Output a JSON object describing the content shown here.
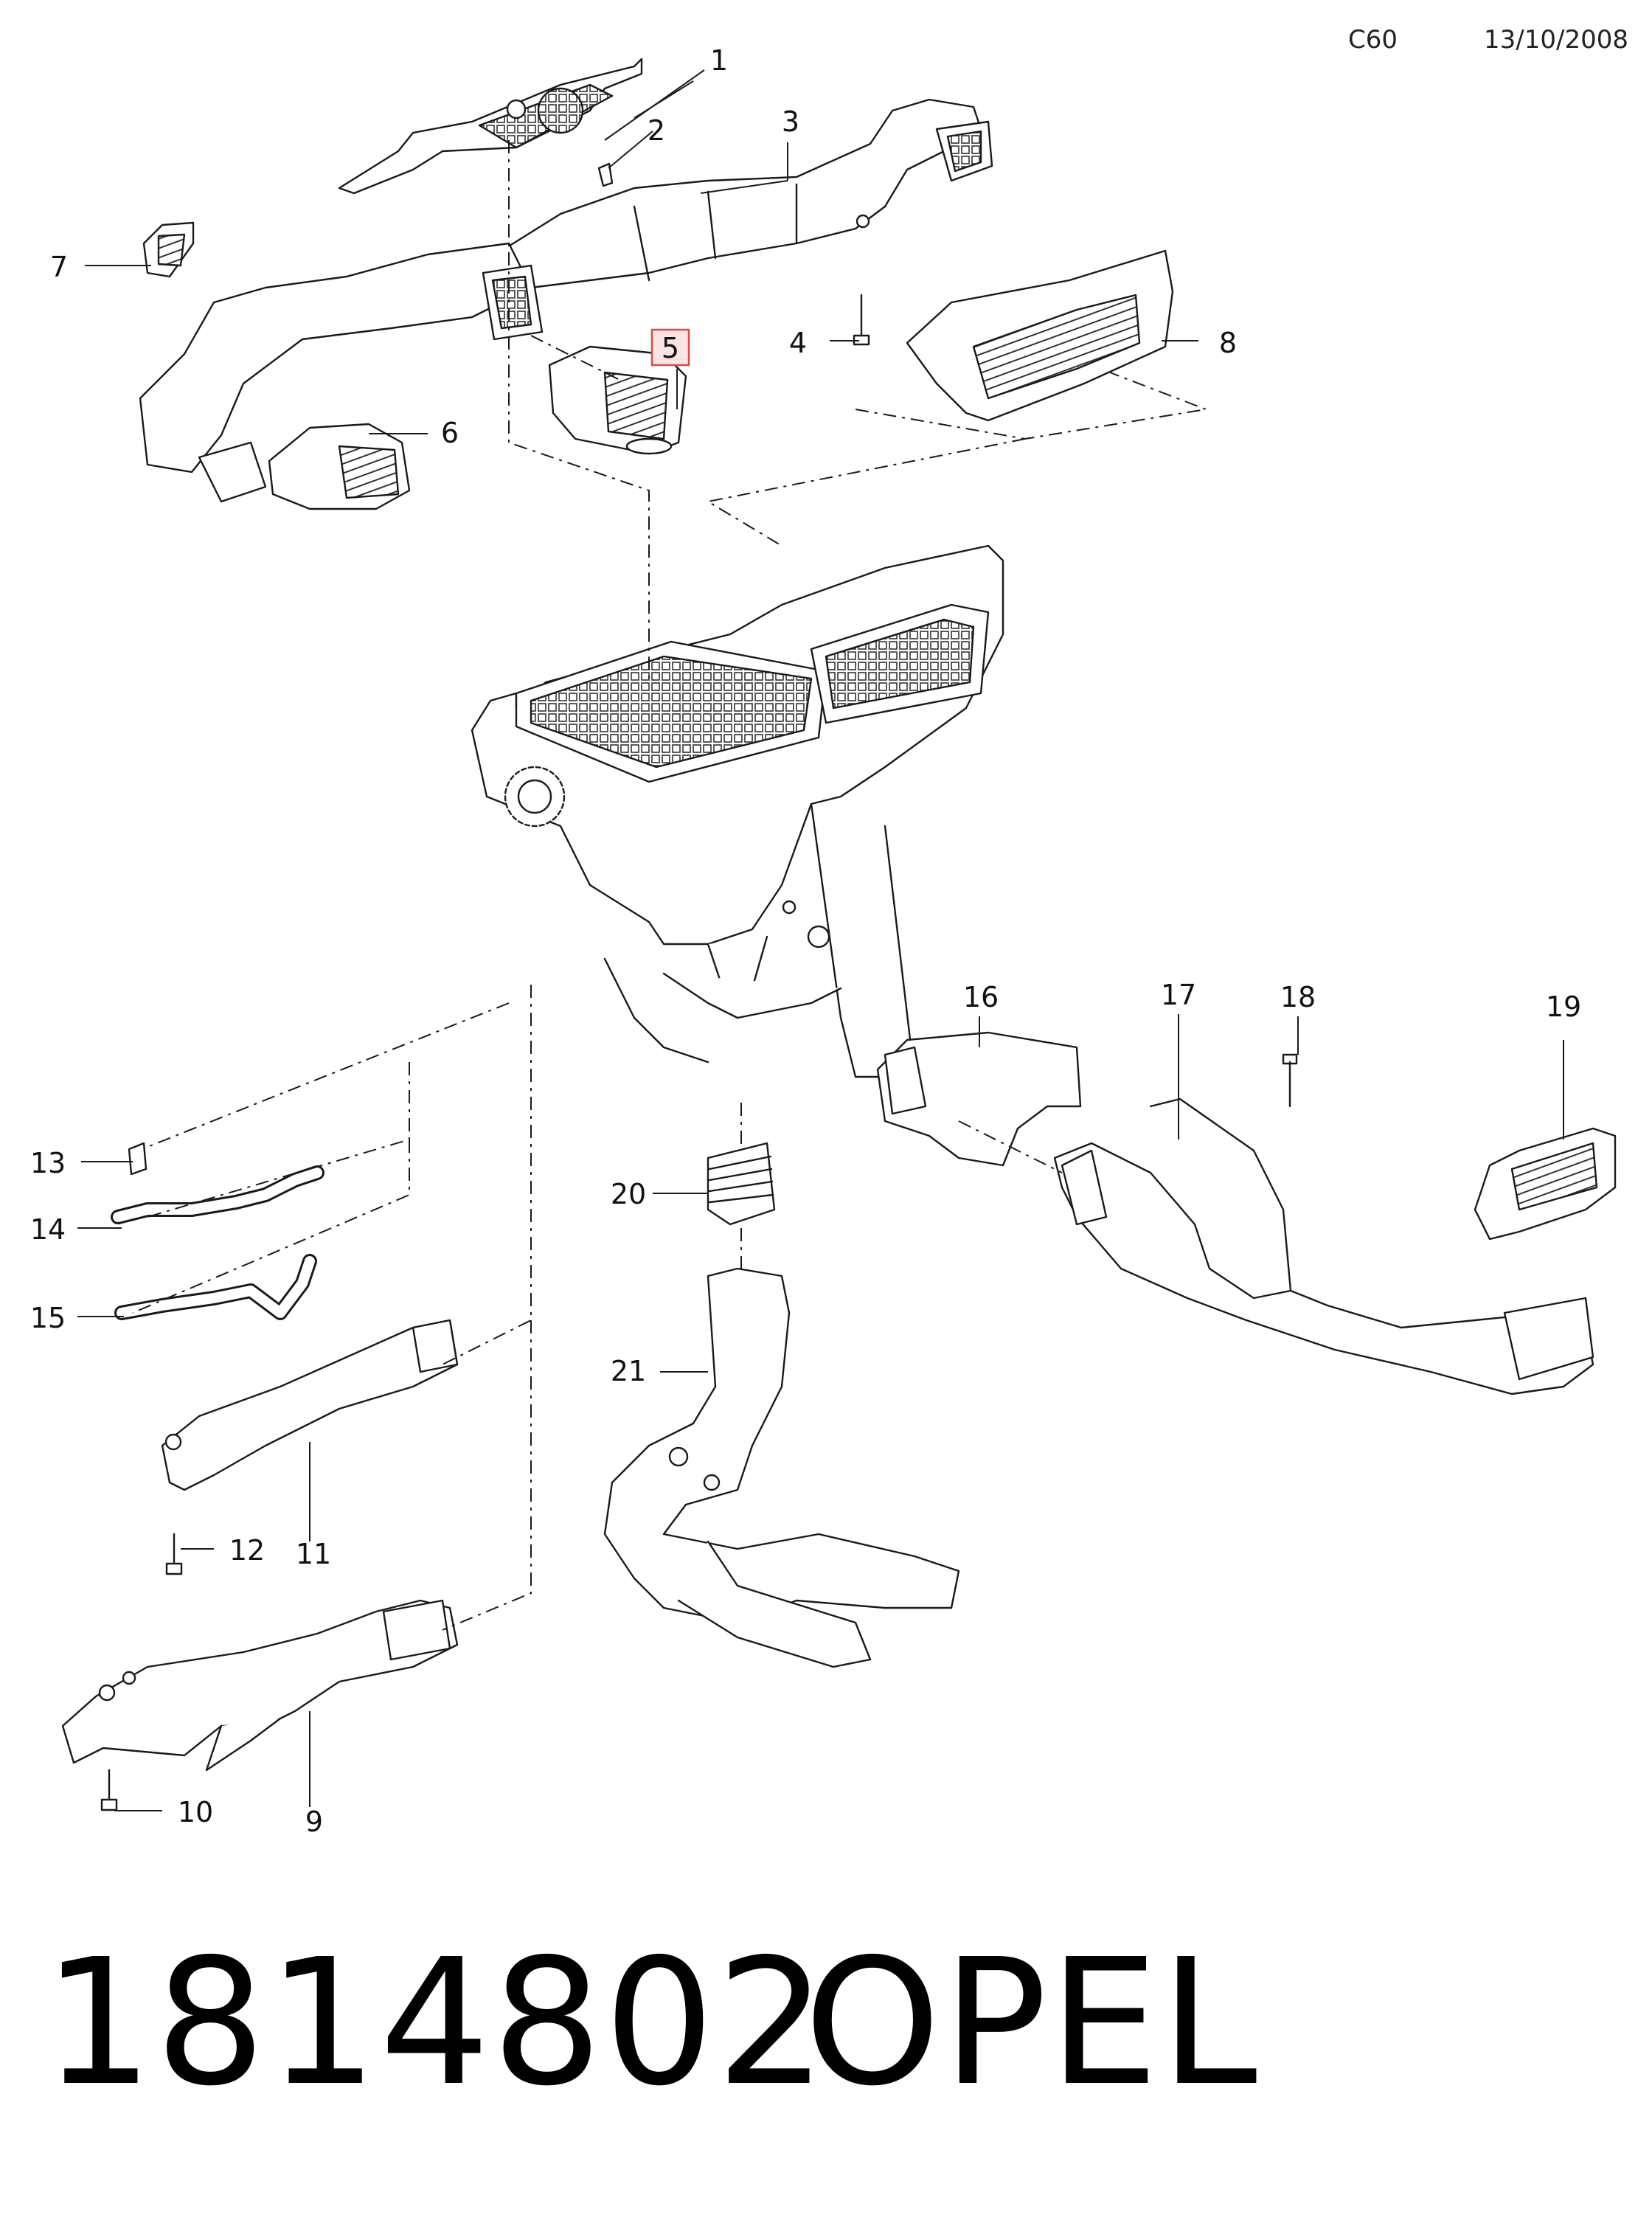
{
  "header": {
    "code": "C60",
    "date": "13/10/2008"
  },
  "footer": {
    "part_number": "1814802",
    "brand": "OPEL"
  },
  "callouts": [
    "1",
    "2",
    "3",
    "4",
    "5",
    "6",
    "7",
    "8",
    "9",
    "10",
    "11",
    "12",
    "13",
    "14",
    "15",
    "16",
    "17",
    "18",
    "19",
    "20",
    "21"
  ],
  "highlighted_callout": "5",
  "colors": {
    "ink": "#1a1a1a",
    "highlight_border": "#d64a4a",
    "highlight_fill": "#fbe3e3"
  }
}
